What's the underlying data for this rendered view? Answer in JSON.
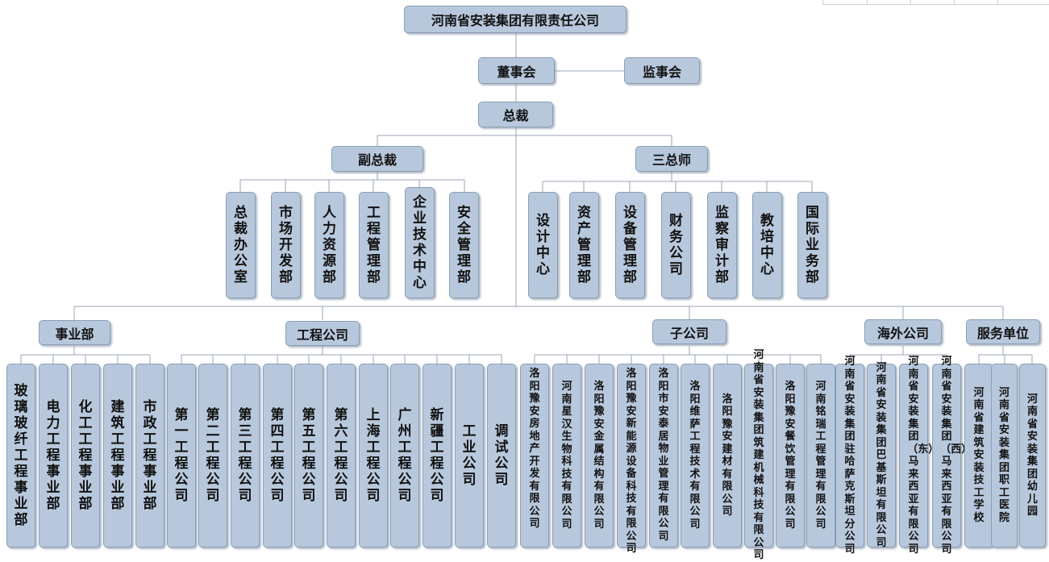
{
  "org": {
    "company": "河南省安装集团有限责任公司",
    "board": "董事会",
    "supervisory_board": "监事会",
    "president": "总裁",
    "vice_president": "副总裁",
    "chief_officers": "三总师",
    "vp_departments": [
      "总裁办公室",
      "市场开发部",
      "人力资源部",
      "工程管理部",
      "企业技术中心",
      "安全管理部"
    ],
    "chief_departments": [
      "设计中心",
      "资产管理部",
      "设备管理部",
      "财务公司",
      "监察审计部",
      "教培中心",
      "国际业务部"
    ],
    "groups": [
      {
        "label": "事业部",
        "items": [
          "玻璃玻纤工程事业部",
          "电力工程事业部",
          "化工工程事业部",
          "建筑工程事业部",
          "市政工程事业部"
        ]
      },
      {
        "label": "工程公司",
        "items": [
          "第一工程公司",
          "第二工程公司",
          "第三工程公司",
          "第四工程公司",
          "第五工程公司",
          "第六工程公司",
          "上海工程公司",
          "广州工程公司",
          "新疆工程公司",
          "工业公司",
          "调试公司"
        ]
      },
      {
        "label": "子公司",
        "items": [
          "洛阳豫安房地产开发有限公司",
          "河南星汉生物科技有限公司",
          "洛阳豫安金属结构有限公司",
          "洛阳豫安新能源设备科技有限公司",
          "洛阳市安泰居物业管理有限公司",
          "洛阳维萨工程技术有限公司",
          "洛阳豫安建材有限公司",
          "河南省安装集团筑建机械科技有限公司",
          "洛阳豫安餐饮管理有限公司",
          "河南铭瑞工程管理有限公司"
        ]
      },
      {
        "label": "海外公司",
        "items": [
          "河南省安装集团驻哈萨克斯坦分公司",
          "河南省安装集团巴基斯坦有限公司",
          "河南省安装集团（东）马来西亚有限公司",
          "河南省安装集团（西）马来西亚有限公司"
        ]
      },
      {
        "label": "服务单位",
        "items": [
          "河南省建筑安装技工学校",
          "河南省安装集团职工医院",
          "河南省安装集团幼儿园"
        ]
      }
    ]
  }
}
